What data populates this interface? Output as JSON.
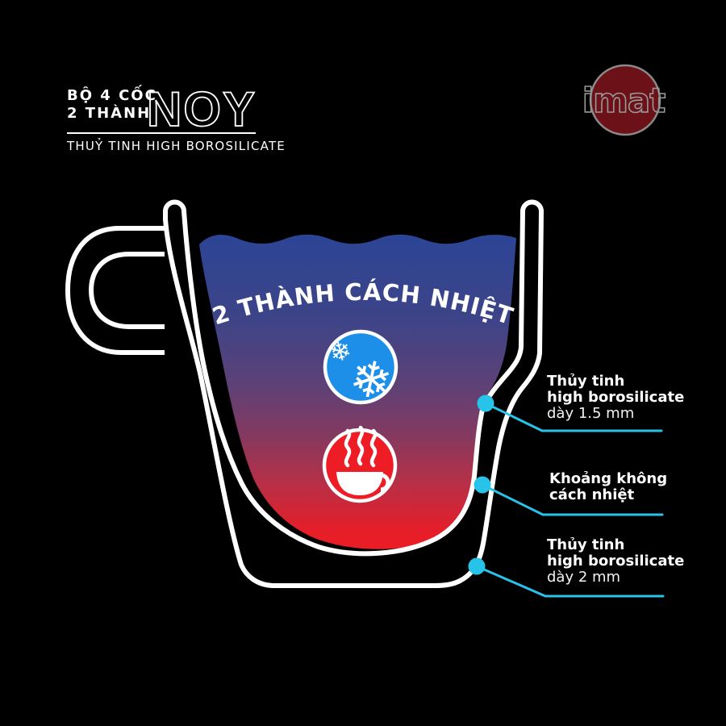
{
  "header": {
    "set_line1": "BỘ 4 CỐC",
    "set_line2": "2 THÀNH",
    "brand": "NOY",
    "subtitle": "THUỶ TINH HIGH BOROSILICATE"
  },
  "logo": {
    "text": "imat"
  },
  "cup": {
    "title": "2 THÀNH CÁCH NHIỆT",
    "cold_icon_glyph": "❄",
    "cold_icon_glyph_small": "❄"
  },
  "callouts": [
    {
      "line1": "Thủy tinh",
      "line2": "high borosilicate",
      "line3": "dày 1.5 mm"
    },
    {
      "line1": "Khoảng không",
      "line2": "cách nhiệt",
      "line3": ""
    },
    {
      "line1": "Thủy tinh",
      "line2": "high borosilicate",
      "line3": "dày 2 mm"
    }
  ],
  "colors": {
    "background": "#000000",
    "accent_cyan": "#27c3e9",
    "cold_blue": "#1e8fe9",
    "hot_red": "#ee1c25",
    "logo_maroon": "#6b1117",
    "logo_grey": "#999999",
    "gradient_top_blue": "#2b4496",
    "gradient_bottom_red": "#ee1c25",
    "line_white": "#ffffff"
  }
}
